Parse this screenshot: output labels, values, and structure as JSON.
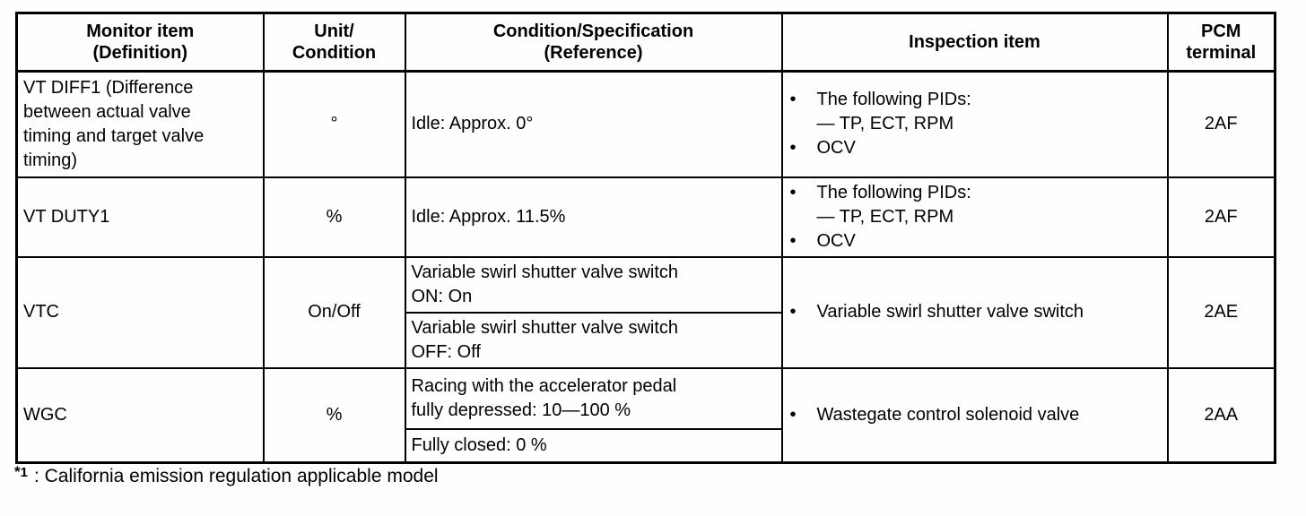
{
  "icons": {
    "bullet": "•"
  },
  "table": {
    "headers": [
      {
        "line1": "Monitor item",
        "line2": "(Definition)"
      },
      {
        "line1": "Unit/",
        "line2": "Condition"
      },
      {
        "line1": "Condition/Specification",
        "line2": "(Reference)"
      },
      {
        "line1": "Inspection item",
        "line2": ""
      },
      {
        "line1": "PCM",
        "line2": "terminal"
      }
    ],
    "rows": [
      {
        "monitor": "VT DIFF1 (Difference\nbetween actual valve\ntiming and target valve\ntiming)",
        "unit": "°",
        "condition": "Idle: Approx. 0°",
        "inspection": [
          {
            "text": "The following PIDs:",
            "sub": "— TP, ECT, RPM"
          },
          {
            "text": "OCV",
            "sub": ""
          }
        ],
        "terminal": "2AF"
      },
      {
        "monitor": "VT DUTY1",
        "unit": "%",
        "condition": "Idle: Approx. 11.5%",
        "inspection": [
          {
            "text": "The following PIDs:",
            "sub": "— TP, ECT, RPM"
          },
          {
            "text": "OCV",
            "sub": ""
          }
        ],
        "terminal": "2AF"
      },
      {
        "monitor": "VTC",
        "unit": "On/Off",
        "conditions": [
          "Variable swirl shutter valve switch\nON: On",
          "Variable swirl shutter valve switch\nOFF: Off"
        ],
        "inspection": [
          {
            "text": "Variable swirl shutter valve switch",
            "sub": ""
          }
        ],
        "terminal": "2AE"
      },
      {
        "monitor": "WGC",
        "unit": "%",
        "conditions": [
          "Racing with the accelerator pedal\nfully depressed: 10—100 %",
          "Fully closed: 0 %"
        ],
        "inspection": [
          {
            "text": "Wastegate control solenoid valve",
            "sub": ""
          }
        ],
        "terminal": "2AA"
      }
    ]
  },
  "footnote": {
    "star": "*",
    "sup": "1",
    "text": ": California emission regulation applicable model"
  }
}
